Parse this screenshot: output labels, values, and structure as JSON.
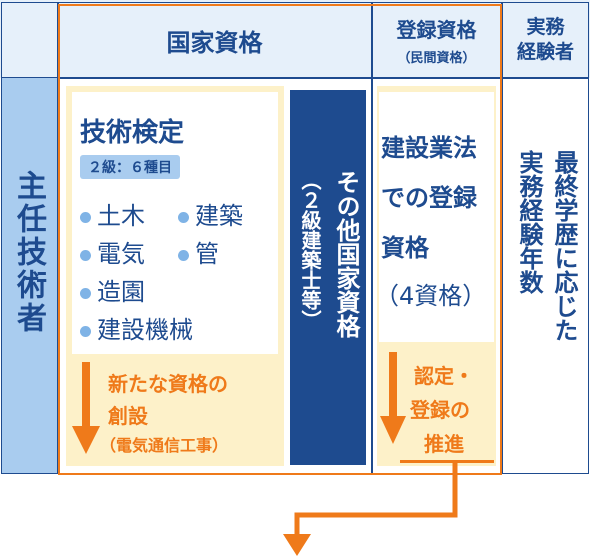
{
  "header": {
    "national": "国家資格",
    "registered_title": "登録資格",
    "registered_sub": "（民間資格）",
    "experience": "実務\n経験者"
  },
  "left_label": "主任技術者",
  "gijutsu": {
    "title": "技術検定",
    "badge": "２級：６種目",
    "items": [
      "土木",
      "建築",
      "電気",
      "管",
      "造園",
      "建設機械"
    ]
  },
  "new_cert": {
    "line1": "新たな資格の",
    "line2": "創設",
    "line3": "（電気通信工事）"
  },
  "other_national": {
    "line1": "その他国家資格",
    "line2": "（２級建築士等）"
  },
  "registered": {
    "line1": "建設業法",
    "line2": "での登録",
    "line3": "資格",
    "line4": "（4資格）",
    "promo1": "認定・",
    "promo2": "登録の",
    "promo3": "推進"
  },
  "experience_col": {
    "line1": "最終学歴に応じた",
    "line2": "実務経験年数"
  },
  "colors": {
    "navy": "#1e4b8f",
    "orange": "#ef7a1a",
    "light_blue": "#a9ccef",
    "cream": "#fdf1c9",
    "header_bg": "#e6f0fa"
  }
}
